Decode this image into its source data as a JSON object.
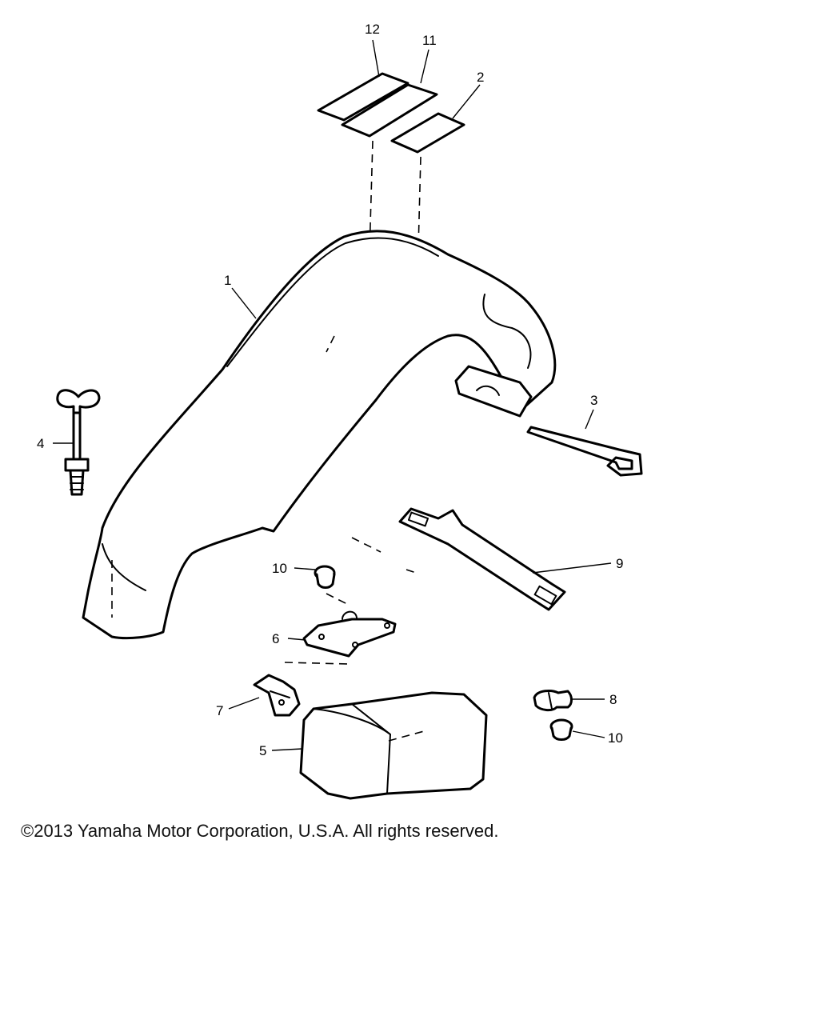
{
  "diagram": {
    "callouts": {
      "p1": "1",
      "p2": "2",
      "p3": "3",
      "p4": "4",
      "p5": "5",
      "p6": "6",
      "p7": "7",
      "p8": "8",
      "p9": "9",
      "p10a": "10",
      "p10b": "10",
      "p11": "11",
      "p12": "12"
    }
  },
  "footer": {
    "copyright": "©2013 Yamaha Motor Corporation, U.S.A. All rights reserved."
  }
}
